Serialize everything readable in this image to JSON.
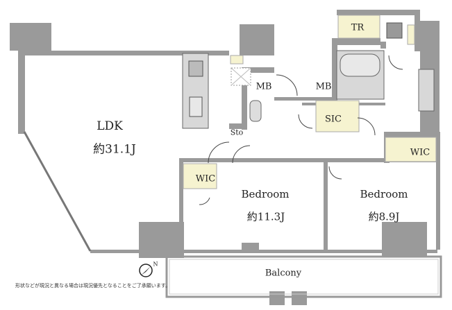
{
  "rooms": {
    "ldk": {
      "name": "LDK",
      "size": "約31.1J"
    },
    "bedroom1": {
      "name": "Bedroom",
      "size": "約11.3J"
    },
    "bedroom2": {
      "name": "Bedroom",
      "size": "約8.9J"
    },
    "wic1": "WIC",
    "wic2": "WIC",
    "mb1": "MB",
    "mb2": "MB",
    "sic": "SIC",
    "tr": "TR",
    "sto": "Sto",
    "balcony": "Balcony"
  },
  "note": "形状などが現況と異なる場合は現況優先となることをご了承願います。",
  "compass": "N",
  "colors": {
    "wall": "#9a9a9a",
    "storage": "#f6f3d0",
    "fixture": "#d8d8d8"
  }
}
